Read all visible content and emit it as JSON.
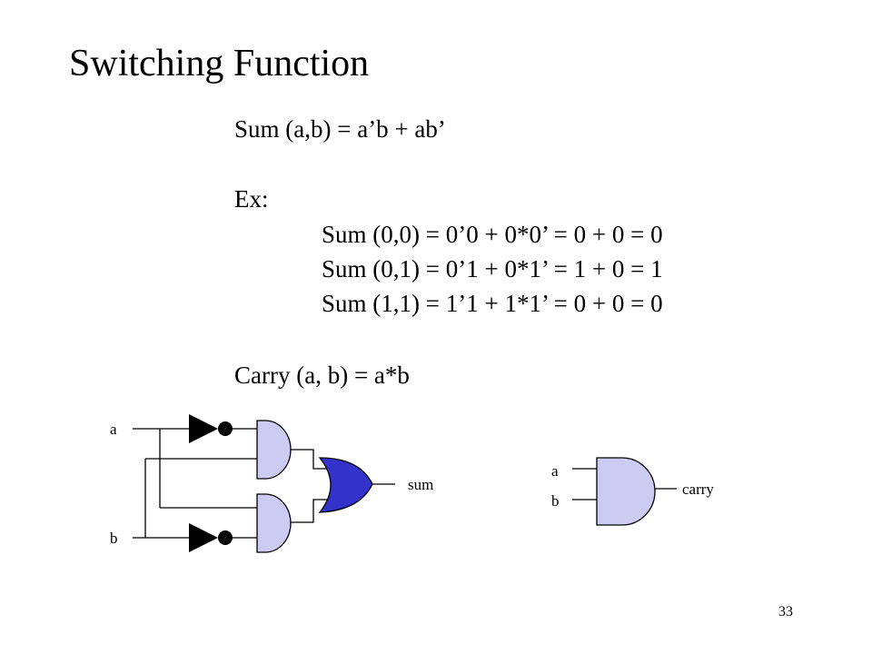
{
  "title": "Switching Function",
  "equations": {
    "sum_def": "Sum (a,b)  = a’b + ab’",
    "example_label": "Ex:",
    "examples": [
      "Sum (0,0) = 0’0 + 0*0’ = 0 + 0 = 0",
      "Sum (0,1) = 0’1 + 0*1’ = 1 + 0 = 1",
      "Sum (1,1) = 1’1 + 1*1’ = 0 + 0 = 0"
    ],
    "carry_def": "Carry (a, b) = a*b"
  },
  "circuit": {
    "sum_labels": {
      "a": "a",
      "b": "b",
      "out": "sum"
    },
    "carry_labels": {
      "a": "a",
      "b": "b",
      "out": "carry"
    }
  },
  "colors": {
    "and_gate_fill": "#ccccf2",
    "or_gate_fill": "#3333cc",
    "wire": "#000000"
  },
  "page_number": "33"
}
